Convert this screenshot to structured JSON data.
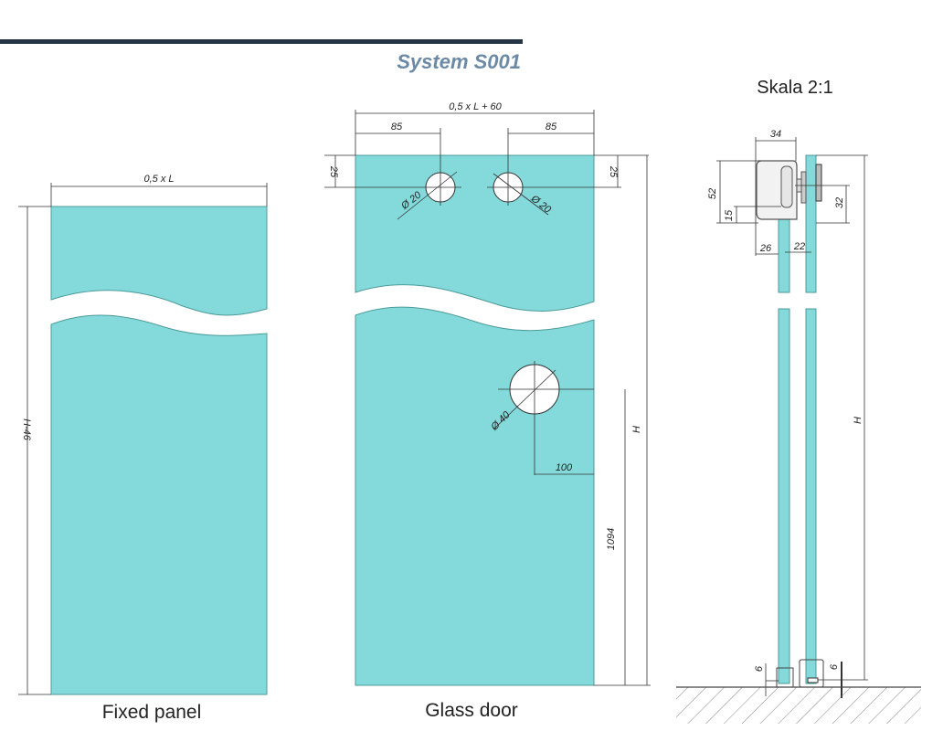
{
  "header": {
    "title": "System S001",
    "title_color": "#6b8aa5",
    "rule_color": "#253545"
  },
  "colors": {
    "glass": "#84dada"
  },
  "fixed_panel": {
    "caption": "Fixed panel",
    "width_dim": "0,5 x L",
    "height_dim": "H-46"
  },
  "glass_door": {
    "caption": "Glass door",
    "width_dim": "0,5 x L + 60",
    "left_offset": "85",
    "right_offset": "85",
    "top_left": "25",
    "top_right": "25",
    "hole_left": "Ø 20",
    "hole_right": "Ø 20",
    "handle_hole": "Ø 40",
    "handle_offset": "100",
    "handle_height": "1094",
    "height_dim": "H"
  },
  "section": {
    "scale": "Skala 2:1",
    "d34": "34",
    "d52": "52",
    "d15": "15",
    "d32": "32",
    "d26": "26",
    "d22": "22",
    "height_dim": "H",
    "floor_left": "6",
    "floor_right": "6"
  }
}
